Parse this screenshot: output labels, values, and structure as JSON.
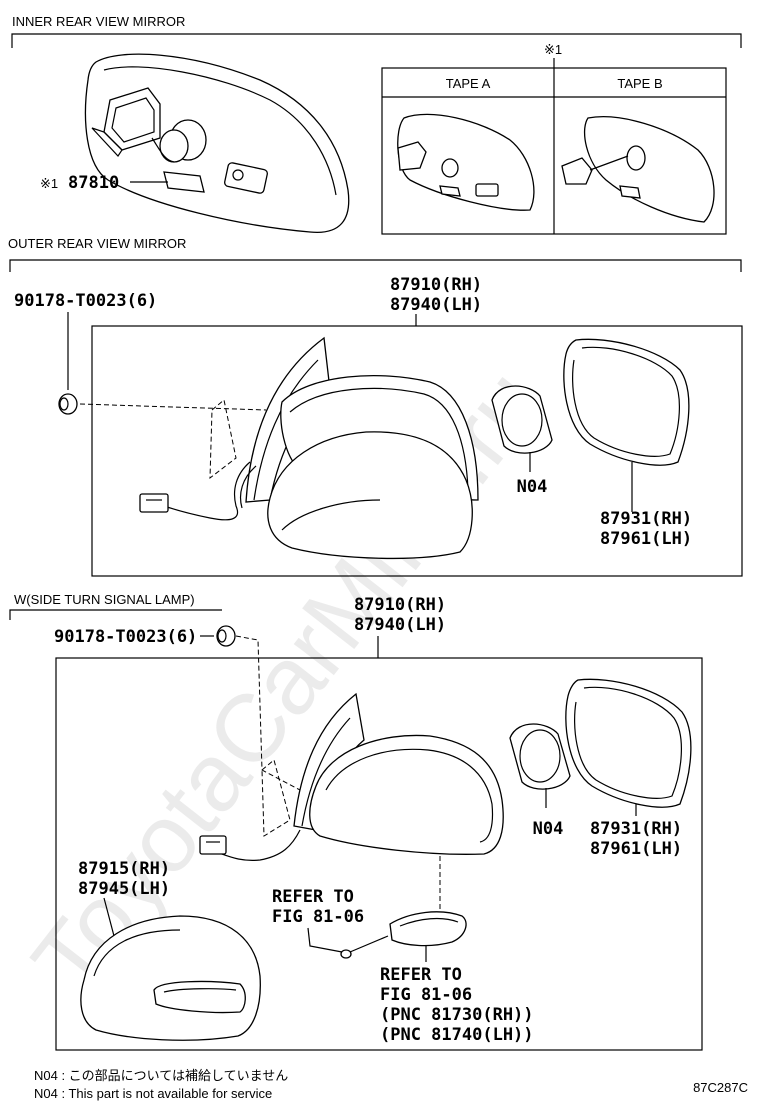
{
  "watermark": "ToyotaCarMine.ru",
  "sections": {
    "inner": "INNER REAR VIEW MIRROR",
    "outer": "OUTER REAR VIEW MIRROR",
    "turn": "W(SIDE TURN SIGNAL LAMP)"
  },
  "inner_mirror": {
    "ref_mark": "※1",
    "part": "87810",
    "tape_ref_mark": "※1",
    "tape_a": "TAPE A",
    "tape_b": "TAPE B"
  },
  "outer_mirror": {
    "bolt": "90178-T0023(6)",
    "assy_rh": "87910(RH)",
    "assy_lh": "87940(LH)",
    "motor": "N04",
    "glass_rh": "87931(RH)",
    "glass_lh": "87961(LH)"
  },
  "turn_mirror": {
    "bolt": "90178-T0023(6)",
    "assy_rh": "87910(RH)",
    "assy_lh": "87940(LH)",
    "motor": "N04",
    "glass_rh": "87931(RH)",
    "glass_lh": "87961(LH)",
    "cover_rh": "87915(RH)",
    "cover_lh": "87945(LH)",
    "refer1_a": "REFER TO",
    "refer1_b": "FIG 81-06",
    "refer2_a": "REFER TO",
    "refer2_b": "FIG 81-06",
    "refer2_c": "(PNC 81730(RH))",
    "refer2_d": "(PNC 81740(LH))"
  },
  "notes": {
    "jp": "N04 :  この部品については補給していません",
    "en": "N04 :  This part is not available for service"
  },
  "figure_code": "87C287C"
}
